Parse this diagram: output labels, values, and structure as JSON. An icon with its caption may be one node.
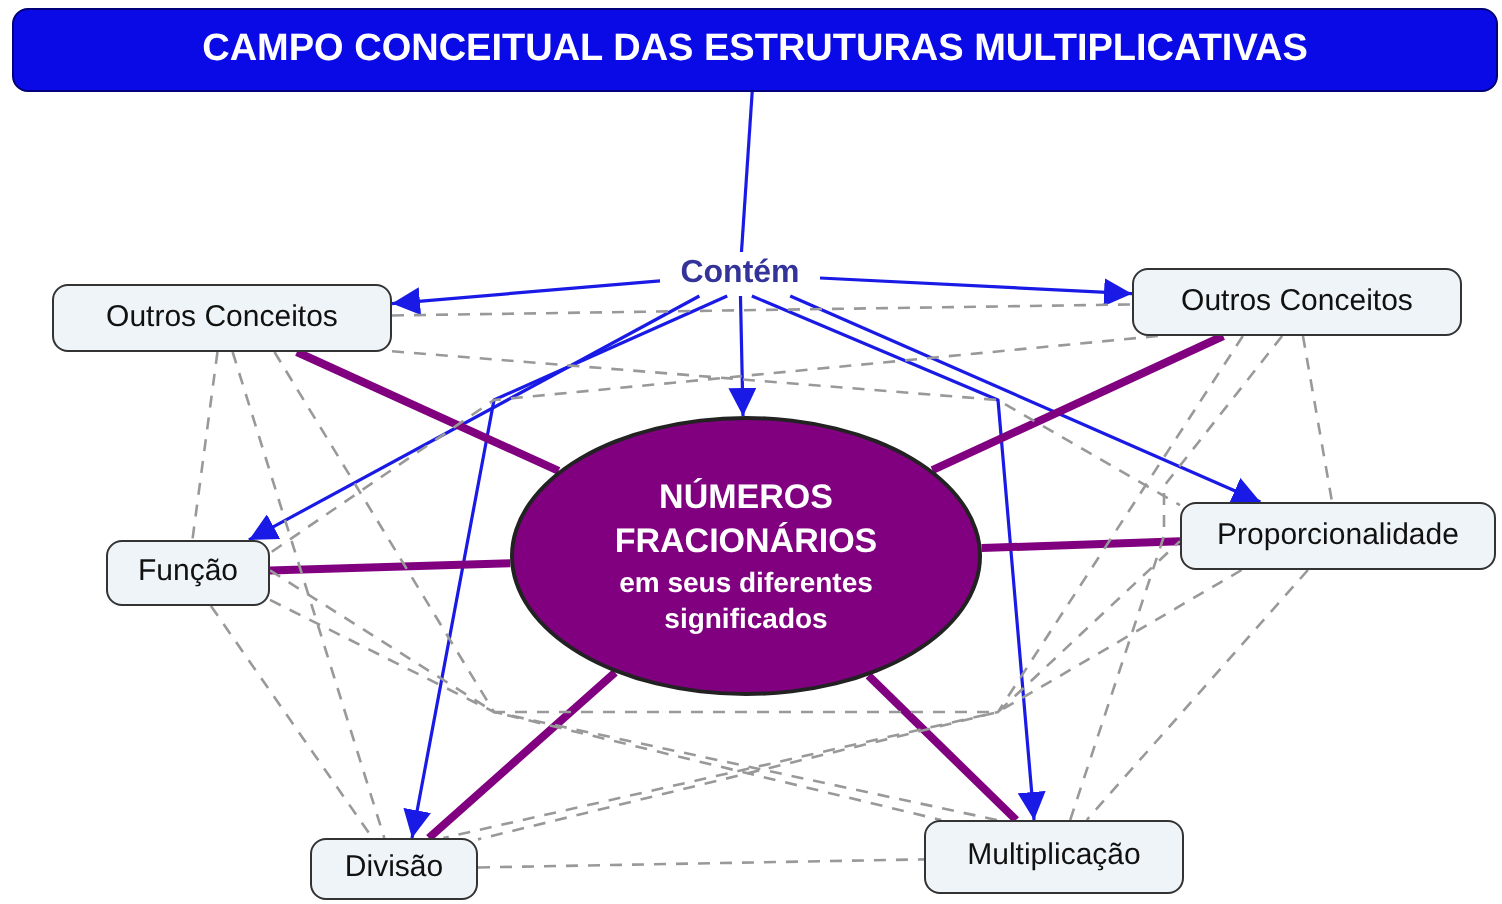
{
  "diagram": {
    "nodes": [
      {
        "text": [
          "CAMPO CONCEITUAL DAS ESTRUTURAS MULTIPLICATIVAS"
        ]
      },
      {
        "text": [
          "Contém"
        ]
      },
      {
        "text": [
          "Outros Conceitos"
        ]
      },
      {
        "text": [
          "Outros Conceitos"
        ]
      },
      {
        "text": [
          "NÚMEROS FRACIONÁRIOS",
          "em seus diferentes significados"
        ]
      },
      {
        "text": [
          "Função"
        ]
      },
      {
        "text": [
          "Proporcionalidade"
        ]
      },
      {
        "text": [
          "Divisão"
        ]
      },
      {
        "text": [
          "Multiplicação"
        ]
      }
    ],
    "edges": [
      {
        "from": 0,
        "to": 1,
        "arrow": "none",
        "color": "#1a1ae6"
      },
      {
        "from": 1,
        "to": 2,
        "arrow": "to",
        "color": "#1a1ae6"
      },
      {
        "from": 1,
        "to": 3,
        "arrow": "to",
        "color": "#1a1ae6"
      },
      {
        "from": 1,
        "to": 4,
        "arrow": "to",
        "color": "#1a1ae6"
      },
      {
        "from": 1,
        "to": 5,
        "arrow": "to",
        "color": "#1a1ae6"
      },
      {
        "from": 1,
        "to": 6,
        "arrow": "to",
        "color": "#1a1ae6"
      },
      {
        "from": 1,
        "to": 7,
        "arrow": "to",
        "color": "#1a1ae6"
      },
      {
        "from": 1,
        "to": 8,
        "arrow": "to",
        "color": "#1a1ae6"
      },
      {
        "from": 4,
        "to": 2,
        "arrow": "none",
        "style": "thick",
        "color": "#800080"
      },
      {
        "from": 4,
        "to": 3,
        "arrow": "none",
        "style": "thick",
        "color": "#800080"
      },
      {
        "from": 4,
        "to": 5,
        "arrow": "none",
        "style": "thick",
        "color": "#800080"
      },
      {
        "from": 4,
        "to": 6,
        "arrow": "none",
        "style": "thick",
        "color": "#800080"
      },
      {
        "from": 4,
        "to": 7,
        "arrow": "none",
        "style": "thick",
        "color": "#800080"
      },
      {
        "from": 4,
        "to": 8,
        "arrow": "none",
        "style": "thick",
        "color": "#800080"
      },
      {
        "from": 2,
        "to": 3,
        "arrow": "none",
        "style": "dashed"
      },
      {
        "from": 2,
        "to": 5,
        "arrow": "none",
        "style": "dashed"
      },
      {
        "from": 2,
        "to": 6,
        "arrow": "none",
        "style": "dashed"
      },
      {
        "from": 2,
        "to": 7,
        "arrow": "none",
        "style": "dashed"
      },
      {
        "from": 2,
        "to": 8,
        "arrow": "none",
        "style": "dashed"
      },
      {
        "from": 3,
        "to": 5,
        "arrow": "none",
        "style": "dashed"
      },
      {
        "from": 3,
        "to": 6,
        "arrow": "none",
        "style": "dashed"
      },
      {
        "from": 3,
        "to": 7,
        "arrow": "none",
        "style": "dashed"
      },
      {
        "from": 3,
        "to": 8,
        "arrow": "none",
        "style": "dashed"
      },
      {
        "from": 5,
        "to": 6,
        "arrow": "none",
        "style": "dashed"
      },
      {
        "from": 5,
        "to": 7,
        "arrow": "none",
        "style": "dashed"
      },
      {
        "from": 5,
        "to": 8,
        "arrow": "none",
        "style": "dashed"
      },
      {
        "from": 6,
        "to": 7,
        "arrow": "none",
        "style": "dashed"
      },
      {
        "from": 6,
        "to": 8,
        "arrow": "none",
        "style": "dashed"
      },
      {
        "from": 7,
        "to": 8,
        "arrow": "none",
        "style": "dashed"
      }
    ]
  }
}
